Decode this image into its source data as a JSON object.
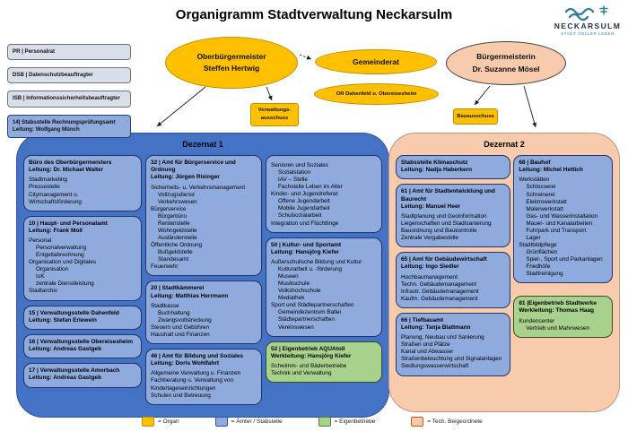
{
  "title": "Organigramm Stadtverwaltung Neckarsulm",
  "logo": {
    "name": "NECKARSULM",
    "tagline": "STADT VOLLER LEBEN"
  },
  "sidebar": [
    {
      "style": "gray",
      "lines": [
        "PR | Personalrat"
      ]
    },
    {
      "style": "gray",
      "lines": [
        "DSB | Datenschutzbeauftragter"
      ]
    },
    {
      "style": "gray",
      "lines": [
        "ISB | Informationssicherheitsbeauftragter"
      ]
    },
    {
      "style": "blue",
      "lines": [
        "14| Stabsstelle Rechnungsprüfungsamt",
        "Leitung: Wolfgang Münch"
      ]
    }
  ],
  "organs": {
    "oberbuergermeister": [
      "Oberbürgermeister",
      "Steffen Hertwig"
    ],
    "gemeinderat": "Gemeinderat",
    "ortschaftsrat": "OR Dahenfeld u. Obereisesheim",
    "buergermeisterin": [
      "Bürgermeisterin",
      "Dr. Suzanne Mösel"
    ],
    "verwaltungsausschuss": [
      "Verwaltungs-",
      "ausschuss"
    ],
    "bauausschuss": "Bauausschuss"
  },
  "dezernat1": {
    "title": "Dezernat 1",
    "columns": [
      [
        {
          "name": "Büro des Oberbürgermeisters",
          "leitung": "Leitung: Dr. Michael Walter",
          "items": [
            {
              "text": "Stadtmarketing",
              "indent": 0
            },
            {
              "text": "Pressestelle",
              "indent": 0
            },
            {
              "text": "Citymanagement u.",
              "indent": 0
            },
            {
              "text": "Wirtschaftsförderung",
              "indent": 0
            }
          ]
        },
        {
          "name": "10 | Haupt- und Personalamt",
          "leitung": "Leitung: Frank Moll",
          "items": [
            {
              "text": "Personal",
              "indent": 0
            },
            {
              "text": "Personalverwaltung",
              "indent": 1
            },
            {
              "text": "Entgeltabrechnung",
              "indent": 1
            },
            {
              "text": "Organisation und Digitales",
              "indent": 0
            },
            {
              "text": "Organisation",
              "indent": 1
            },
            {
              "text": "IuK",
              "indent": 1
            },
            {
              "text": "zentrale Dienstleistung",
              "indent": 1
            },
            {
              "text": "Stadtarchiv",
              "indent": 0
            }
          ]
        },
        {
          "name": "15 | Verwaltungsstelle Dahenfeld",
          "leitung": "Leitung: Stefan Erlewein"
        },
        {
          "name": "16 | Verwaltungsstelle Obereisesheim",
          "leitung": "Leitung: Andreas Gastgeb"
        },
        {
          "name": "17 | Verwaltungsstelle Amorbach",
          "leitung": "Leitung: Andreas Gastgeb"
        }
      ],
      [
        {
          "name": "32 | Amt für Bürgerservice und Ordnung",
          "leitung": "Leitung: Jürgen Rixinger",
          "items": [
            {
              "text": "Sicherheits- u. Verkehrsmanagement",
              "indent": 0
            },
            {
              "text": "Vollzugsdienst",
              "indent": 1
            },
            {
              "text": "Verkehrswesen",
              "indent": 1
            },
            {
              "text": "Bürgerservice",
              "indent": 0
            },
            {
              "text": "Bürgerbüro",
              "indent": 1
            },
            {
              "text": "Rentenstelle",
              "indent": 1
            },
            {
              "text": "Wohngeldstelle",
              "indent": 1
            },
            {
              "text": "Ausländerstelle",
              "indent": 1
            },
            {
              "text": "Öffentliche Ordnung",
              "indent": 0
            },
            {
              "text": "Bußgeldstelle",
              "indent": 1
            },
            {
              "text": "Standesamt",
              "indent": 1
            },
            {
              "text": "Feuerwehr",
              "indent": 0
            }
          ]
        },
        {
          "name": "20 | Stadtkämmerei",
          "leitung": "Leitung: Matthias Herrmann",
          "items": [
            {
              "text": "Stadtkasse",
              "indent": 0
            },
            {
              "text": "Buchhaltung",
              "indent": 1
            },
            {
              "text": "Zwangsvollstreckung",
              "indent": 1
            },
            {
              "text": "Steuern und Gebühren",
              "indent": 0
            },
            {
              "text": "Haushalt und Finanzen",
              "indent": 0
            }
          ]
        },
        {
          "name": "46 | Amt für Bildung und Soziales",
          "leitung": "Leitung: Doris Wohlfahrt",
          "items": [
            {
              "text": "Allgemeine Verwaltung u. Finanzen",
              "indent": 0
            },
            {
              "text": "Fachberatung u. Verwaltung von Kindertageseinrichtungen",
              "indent": 0
            },
            {
              "text": "Schulen und Betreuung",
              "indent": 0
            }
          ]
        }
      ],
      [
        {
          "items": [
            {
              "text": "Senioren und Soziales",
              "indent": 0
            },
            {
              "text": "Sozialstation",
              "indent": 1
            },
            {
              "text": "IAV – Stelle",
              "indent": 1
            },
            {
              "text": "Fachstelle Leben im Alter",
              "indent": 1
            },
            {
              "text": "Kinder- und Jugendreferat",
              "indent": 0
            },
            {
              "text": "Offene Jugendarbeit",
              "indent": 1
            },
            {
              "text": "Mobile Jugendarbeit",
              "indent": 1
            },
            {
              "text": "Schulsozialarbeit",
              "indent": 1
            },
            {
              "text": "Integration und Flüchtlinge",
              "indent": 0
            }
          ]
        },
        {
          "name": "50 | Kultur- und Sportamt",
          "leitung": "Leitung: Hansjörg Kiefer",
          "items": [
            {
              "text": "Außerschulische Bildung und Kultur",
              "indent": 0
            },
            {
              "text": "Kulturarbeit u. -förderung",
              "indent": 1
            },
            {
              "text": "Museen",
              "indent": 1
            },
            {
              "text": "Musikschule",
              "indent": 1
            },
            {
              "text": "Volkshochschule",
              "indent": 1
            },
            {
              "text": "Mediathek",
              "indent": 1
            },
            {
              "text": "Sport und Städtepartnerschaften",
              "indent": 0
            },
            {
              "text": "Gemeindezentrum Ballei",
              "indent": 1
            },
            {
              "text": "Städtepartnerschaften",
              "indent": 1
            },
            {
              "text": "Vereinswesen",
              "indent": 1
            }
          ]
        },
        {
          "variant": "eigenbetrieb",
          "name": "52 | Eigenbetrieb AQUAtoll",
          "leitung": "Werkleitung: Hansjörg Kiefer",
          "items": [
            {
              "text": "Schwimm- und Bäderbetriebe",
              "indent": 0
            },
            {
              "text": "Technik und Verwaltung",
              "indent": 0
            }
          ]
        }
      ]
    ]
  },
  "dezernat2": {
    "title": "Dezernat 2",
    "columns": [
      [
        {
          "name": "Stabsstelle Klimaschutz",
          "leitung": "Leitung: Nadja Haberkern"
        },
        {
          "name": "61 | Amt für Stadtentwicklung und Baurecht",
          "leitung": "Leitung: Manuel Heer",
          "items": [
            {
              "text": "Stadtplanung und Geoinformation",
              "indent": 0
            },
            {
              "text": "Liegenschaften und Stadtsanierung",
              "indent": 0
            },
            {
              "text": "Bauordnung und Baukontrolle",
              "indent": 0
            },
            {
              "text": "Zentrale Vergabestelle",
              "indent": 0
            }
          ]
        },
        {
          "name": "65 | Amt für Gebäudewirtschaft",
          "leitung": "Leitung: Ingo Siedler",
          "items": [
            {
              "text": "Hochbaumanagement",
              "indent": 0
            },
            {
              "text": "Techn. Gebäudemanagement",
              "indent": 0
            },
            {
              "text": "Infrastr. Gebäudemanagement",
              "indent": 0
            },
            {
              "text": "Kaufm. Gebäudemanagement",
              "indent": 0
            }
          ]
        },
        {
          "name": "66 | Tiefbauamt",
          "leitung": "Leitung: Tanja Blattmann",
          "items": [
            {
              "text": "Planung, Neubau und Sanierung",
              "indent": 0
            },
            {
              "text": "Straßen und Plätze",
              "indent": 0
            },
            {
              "text": "Kanal und Abwasser",
              "indent": 0
            },
            {
              "text": "Straßenbeleuchtung und Signalanlagen",
              "indent": 0
            },
            {
              "text": "Siedlungswasserwirtschaft",
              "indent": 0
            }
          ]
        }
      ],
      [
        {
          "name": "68 | Bauhof",
          "leitung": "Leitung: Michel Hettich",
          "items": [
            {
              "text": "Werkstätten",
              "indent": 0
            },
            {
              "text": "Schlosserei",
              "indent": 1
            },
            {
              "text": "Schreinerei",
              "indent": 1
            },
            {
              "text": "Elektrowerkstatt",
              "indent": 1
            },
            {
              "text": "Malerwerkstatt",
              "indent": 1
            },
            {
              "text": "Gas- und Wasserinstallation",
              "indent": 1
            },
            {
              "text": "Mauer- und Kanalarbeiten",
              "indent": 1
            },
            {
              "text": "Fuhrpark und Transport",
              "indent": 1
            },
            {
              "text": "Lager",
              "indent": 1
            },
            {
              "text": "Stadtbildpflege",
              "indent": 0
            },
            {
              "text": "Grünflächen",
              "indent": 1
            },
            {
              "text": "Spiel-, Sport und Parkanlagen",
              "indent": 1
            },
            {
              "text": "Friedhöfe",
              "indent": 1
            },
            {
              "text": "Stadtreinigung",
              "indent": 1
            }
          ]
        },
        {
          "variant": "eigenbetrieb",
          "name": "81 |Eigenbetrieb Stadtwerke",
          "leitung": "Werkleitung: Thomas Haag",
          "items": [
            {
              "text": "Kundencenter",
              "indent": 0
            },
            {
              "text": "Vertrieb und Mahnwesen",
              "indent": 1
            }
          ]
        }
      ]
    ]
  },
  "legend": [
    {
      "name": "organ",
      "color": "#FFC000",
      "border": "#BF9000",
      "label": "= Organ"
    },
    {
      "name": "aemter-stabstelle",
      "color": "#8FAADC",
      "border": "#2F5597",
      "label": "= Ämter / Stabstelle"
    },
    {
      "name": "eigenbetriebe",
      "color": "#A9D18E",
      "border": "#538135",
      "label": "= Eigenbetriebe"
    },
    {
      "name": "tech-beigeordnete",
      "color": "#F8CBAD",
      "border": "#C55A11",
      "label": "= Tech. Beigeordnete"
    }
  ]
}
